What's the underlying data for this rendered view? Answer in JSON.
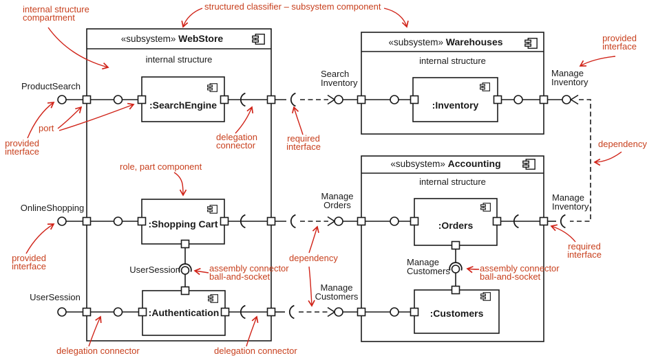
{
  "colors": {
    "line": "#1a1a1a",
    "annotation_text": "#c8401e",
    "annotation_arrow": "#d02318",
    "background": "#ffffff"
  },
  "subsystems": {
    "webstore": {
      "stereotype": "«subsystem»",
      "name": "WebStore",
      "compartment": "internal structure"
    },
    "warehouses": {
      "stereotype": "«subsystem»",
      "name": "Warehouses",
      "compartment": "internal structure"
    },
    "accounting": {
      "stereotype": "«subsystem»",
      "name": "Accounting",
      "compartment": "internal structure"
    }
  },
  "parts": {
    "search_engine": ":SearchEngine",
    "shopping_cart": ":Shopping Cart",
    "authentication": ":Authentication",
    "inventory": ":Inventory",
    "orders": ":Orders",
    "customers": ":Customers"
  },
  "interfaces": {
    "product_search": "ProductSearch",
    "online_shopping": "OnlineShopping",
    "user_session_left": "UserSession",
    "user_session_assembly": "UserSession",
    "search_inventory": "Search\nInventory",
    "manage_orders": "Manage\nOrders",
    "manage_customers_mid": "Manage\nCustomers",
    "manage_inventory_top": "Manage\nInventory",
    "manage_inventory_right": "Manage\nInventory",
    "manage_customers_assembly": "Manage\nCustomers"
  },
  "annotations": {
    "internal_structure_compartment": "internal structure\ncompartment",
    "structured_classifier": "structured classifier – subsystem component",
    "provided_interface_top_left": "provided\ninterface",
    "port": "port",
    "delegation_connector_top": "delegation\nconnector",
    "required_interface_top": "required\ninterface",
    "provided_interface_top_right": "provided\ninterface",
    "dependency_right": "dependency",
    "role_part_component": "role, part component",
    "provided_interface_mid_left": "provided\ninterface",
    "assembly_connector_left": "assembly connector\nball-and-socket",
    "dependency_center": "dependency",
    "required_interface_right": "required\ninterface",
    "assembly_connector_right": "assembly connector\nball-and-socket",
    "delegation_connector_bottom_left": "delegation connector",
    "delegation_connector_bottom_center": "delegation connector"
  }
}
